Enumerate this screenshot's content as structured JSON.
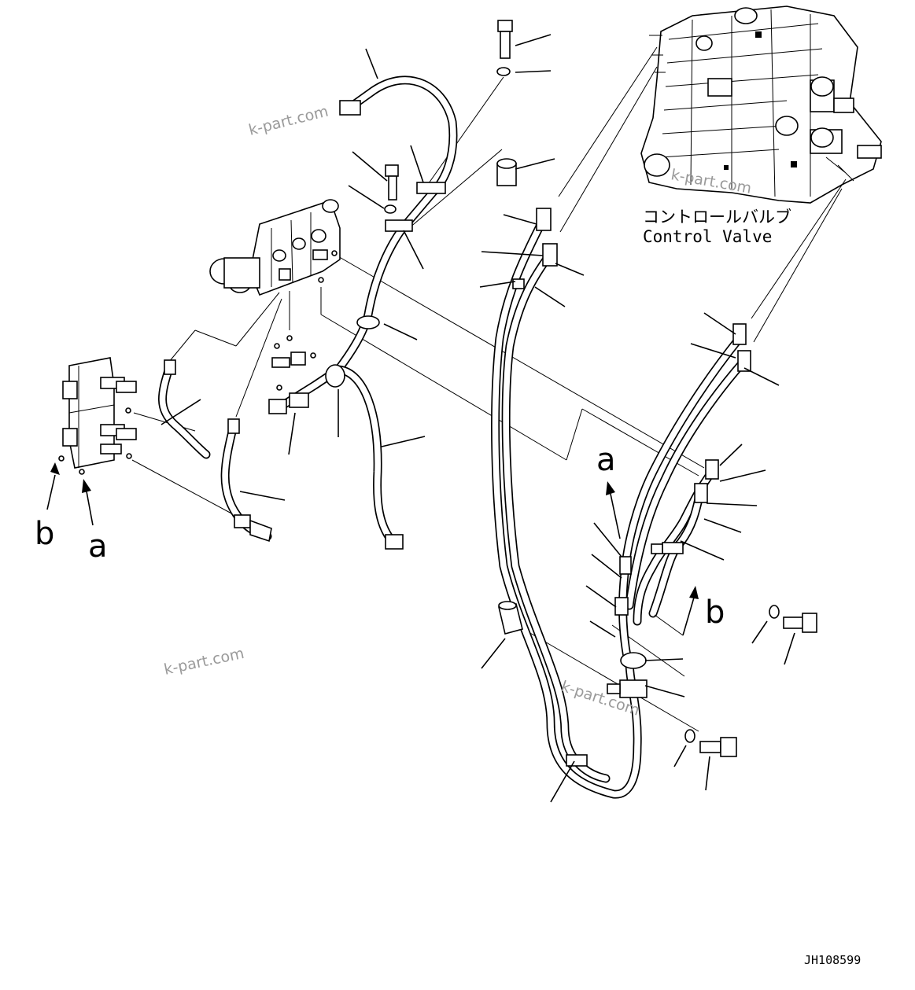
{
  "labels": {
    "control_valve_jp": "コントロールバルブ",
    "control_valve_en": "Control Valve",
    "drawing_number": "JH108599"
  },
  "callouts": {
    "a_left": "a",
    "b_left": "b",
    "a_right": "a",
    "b_right": "b"
  },
  "watermarks": [
    "k-part.com",
    "k-part.com",
    "k-part.com",
    "k-part.com"
  ]
}
